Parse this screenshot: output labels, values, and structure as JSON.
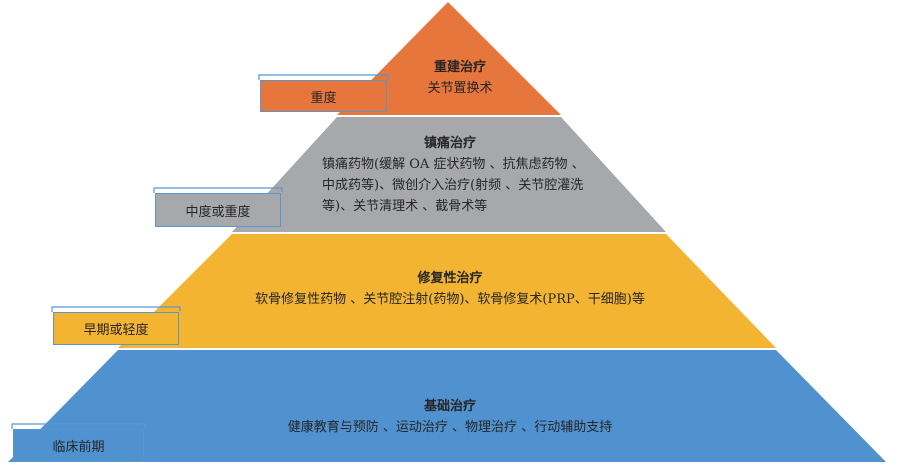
{
  "colors": {
    "surgery": "#E7763D",
    "analgesic": "#A7A8AB",
    "repair": "#F2B431",
    "basic": "#4F92CF",
    "outline": "#5B97CF"
  },
  "tiers": {
    "surgery": {
      "title": "重建治疗",
      "desc": "关节置换术",
      "stage": "重度"
    },
    "analgesic": {
      "title": "镇痛治疗",
      "line1": "镇痛药物(缓解 OA 症状药物 、抗焦虑药物 、",
      "line2": "中成药等)、微创介入治疗(射频 、关节腔灌洗",
      "line3": "等)、关节清理术 、截骨术等",
      "stage": "中度或重度"
    },
    "repair": {
      "title": "修复性治疗",
      "desc": "软骨修复性药物 、关节腔注射(药物)、软骨修复术(PRP、干细胞)等",
      "stage": "早期或轻度"
    },
    "basic": {
      "title": "基础治疗",
      "desc": "健康教育与预防 、运动治疗 、物理治疗 、行动辅助支持",
      "stage": "临床前期"
    }
  }
}
